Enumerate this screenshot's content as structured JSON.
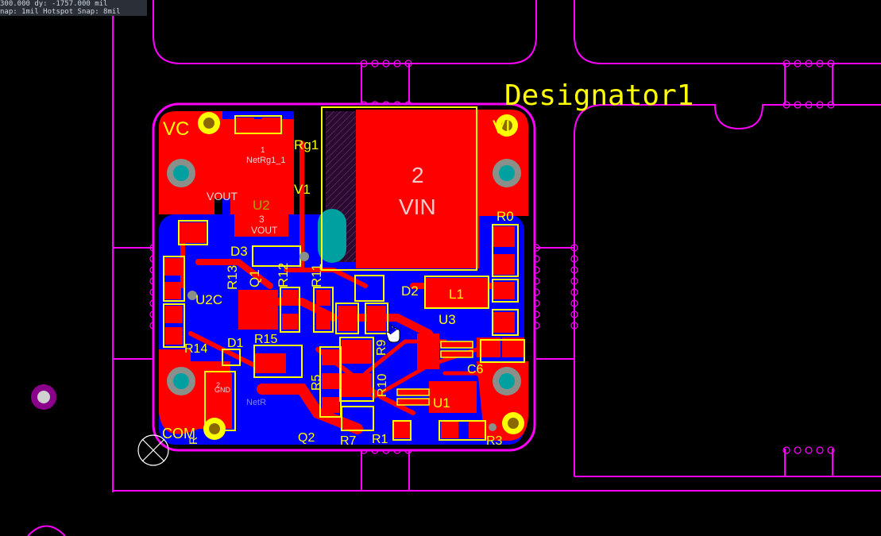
{
  "hud": {
    "line1": "300.000    dy: -1757.000  mil",
    "line2": "nap: 1mil Hotspot Snap: 8mil"
  },
  "designator": "Designator1",
  "labels": {
    "vc": "VC",
    "vi": "VI",
    "com": "COM",
    "rg1": "Rg1",
    "v1": "V1",
    "r0": "R0",
    "d3": "D3",
    "r13": "R13",
    "q1": "Q1",
    "r12": "R12",
    "r11": "R11",
    "d2": "D2",
    "l1": "L1",
    "u2c": "U2C",
    "u3": "U3",
    "r14": "R14",
    "d1": "D1",
    "r15": "R15",
    "r9": "R9",
    "r5": "R5",
    "c6": "C6",
    "u1": "U1",
    "q2": "Q2",
    "r7": "R7",
    "r1": "R1",
    "r3": "R3",
    "r10": "R10",
    "r": "R"
  },
  "pads": {
    "big_num": "2",
    "vin": "VIN",
    "vout": "VOUT",
    "u2_num": "3",
    "u2_net": "VOUT",
    "netrg": "NetRg1_1",
    "rg_num": "1",
    "gnd": "GND",
    "gnd_num": "2",
    "netr": "NetR",
    "u2_label": "U2"
  },
  "colors": {
    "background": "#000000",
    "board_outline": "#ff00ff",
    "top_copper": "#ff0000",
    "bottom_copper": "#0000ff",
    "silkscreen": "#ffff00",
    "via_ring": "#8a8f8a",
    "hole": "#00a0a0"
  },
  "icons": {
    "cursor": "hand-cursor-icon",
    "origin": "origin-marker-icon"
  }
}
